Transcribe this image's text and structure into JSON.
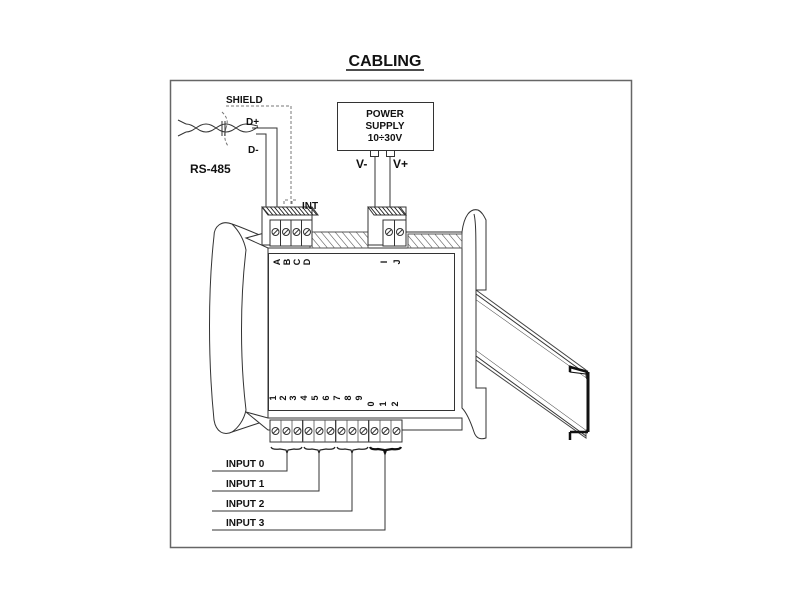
{
  "title": "CABLING",
  "rs485": {
    "label": "RS-485",
    "shield_label": "SHIELD",
    "d_plus": "D+",
    "d_minus": "D-",
    "int_label": "INT"
  },
  "power_supply": {
    "line1": "POWER",
    "line2": "SUPPLY",
    "line3": "10÷30V",
    "v_minus": "V-",
    "v_plus": "V+"
  },
  "top_terminals": {
    "group1": [
      "A",
      "B",
      "C",
      "D"
    ],
    "group2": [
      "I",
      "J"
    ]
  },
  "bottom_terminals": [
    "1",
    "2",
    "3",
    "4",
    "5",
    "6",
    "7",
    "8",
    "9",
    "0",
    "1",
    "2"
  ],
  "inputs": [
    "INPUT 0",
    "INPUT 1",
    "INPUT 2",
    "INPUT 3"
  ]
}
